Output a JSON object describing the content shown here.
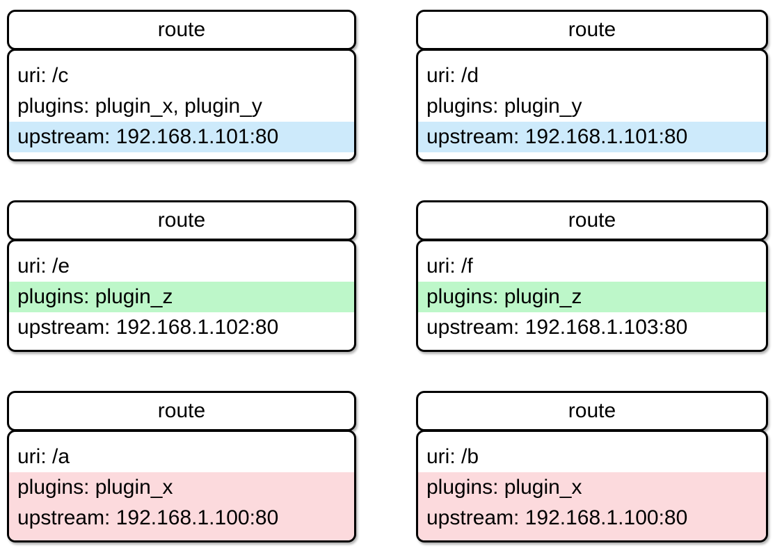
{
  "colors": {
    "blue": "#cdeafb",
    "green": "#bdf7c9",
    "pink": "#fcdadd"
  },
  "cards": [
    {
      "title": "route",
      "uri": "uri: /c",
      "plugins": "plugins: plugin_x, plugin_y",
      "upstream": "upstream: 192.168.1.101:80",
      "highlights": {
        "upstream": "blue"
      }
    },
    {
      "title": "route",
      "uri": "uri: /d",
      "plugins": "plugins: plugin_y",
      "upstream": "upstream: 192.168.1.101:80",
      "highlights": {
        "upstream": "blue"
      }
    },
    {
      "title": "route",
      "uri": "uri: /e",
      "plugins": "plugins: plugin_z",
      "upstream": "upstream: 192.168.1.102:80",
      "highlights": {
        "plugins": "green"
      }
    },
    {
      "title": "route",
      "uri": "uri: /f",
      "plugins": "plugins: plugin_z",
      "upstream": "upstream: 192.168.1.103:80",
      "highlights": {
        "plugins": "green"
      }
    },
    {
      "title": "route",
      "uri": "uri: /a",
      "plugins": "plugins: plugin_x",
      "upstream": "upstream: 192.168.1.100:80",
      "highlights": {
        "plugins": "pink",
        "upstream": "pink"
      }
    },
    {
      "title": "route",
      "uri": "uri: /b",
      "plugins": "plugins: plugin_x",
      "upstream": "upstream: 192.168.1.100:80",
      "highlights": {
        "plugins": "pink",
        "upstream": "pink"
      }
    }
  ]
}
